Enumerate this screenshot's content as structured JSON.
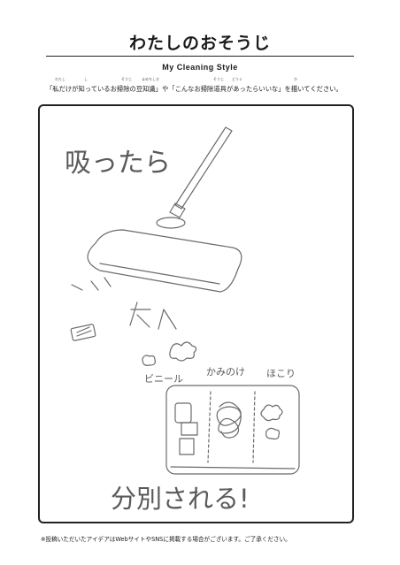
{
  "header": {
    "title": "わたしのおそうじ",
    "subtitle": "My Cleaning Style",
    "instruction": "「私だけが知っているお掃除の豆知識」や「こんなお掃除道具があったらいいな」を描いてください。",
    "furigana": [
      "わたし",
      "し",
      "そうじ",
      "まめちしき",
      "そうじ",
      "どうぐ",
      "か"
    ]
  },
  "drawing": {
    "caption_top": "吸ったら",
    "item_labels": [
      "ビニール",
      "かみのけ",
      "ほこり"
    ],
    "caption_bottom": "分別される!"
  },
  "footer": {
    "note": "※投稿いただいたアイデアはWebサイトやSNSに掲載する場合がございます。ご了承ください。"
  }
}
